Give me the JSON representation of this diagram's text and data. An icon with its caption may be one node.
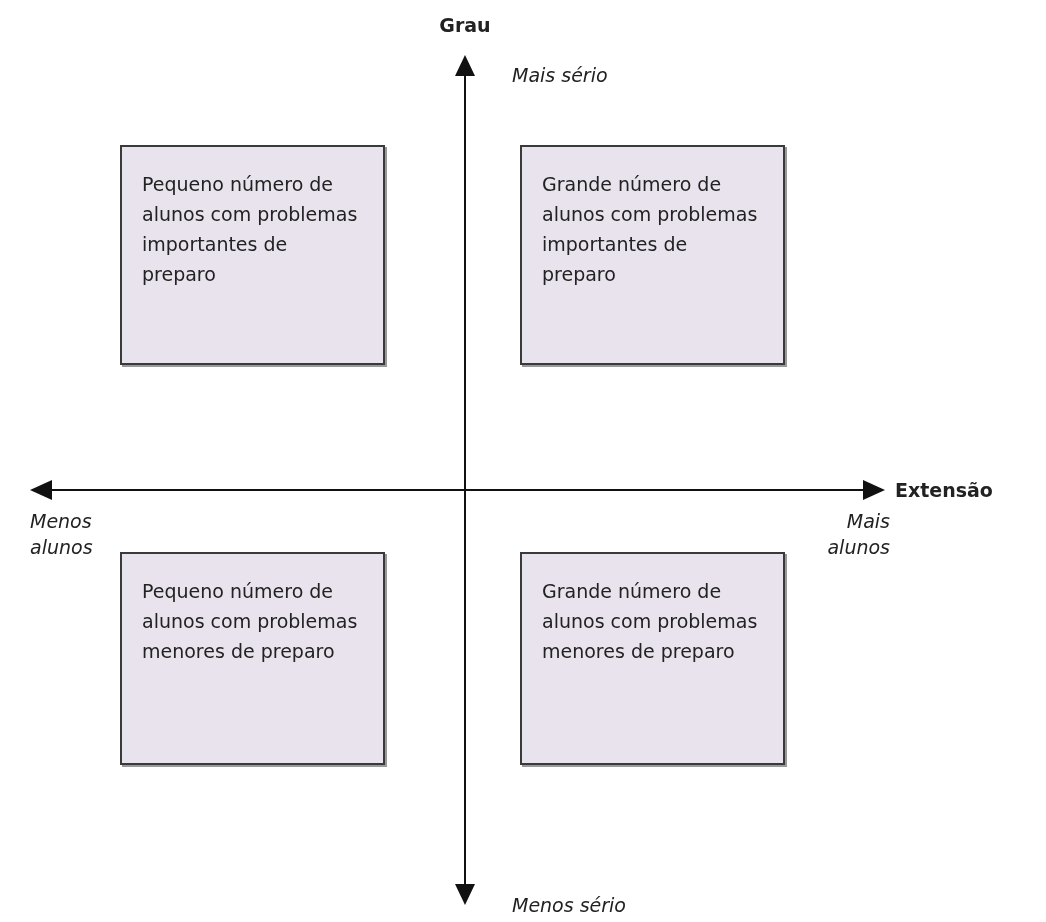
{
  "diagram": {
    "nodes": [
      {
        "text": [
          "Pequeno número de alunos com problemas importantes de preparo"
        ]
      },
      {
        "text": [
          "Grande número de alunos com problemas importantes de preparo"
        ]
      },
      {
        "text": [
          "Pequeno número de alunos com problemas menores de preparo"
        ]
      },
      {
        "text": [
          "Grande número de alunos com problemas menores de preparo"
        ]
      }
    ],
    "edges": [],
    "labels": [
      "Grau",
      "Mais sério",
      "Extensão",
      "Menos alunos",
      "Mais alunos",
      "Menos sério"
    ]
  }
}
